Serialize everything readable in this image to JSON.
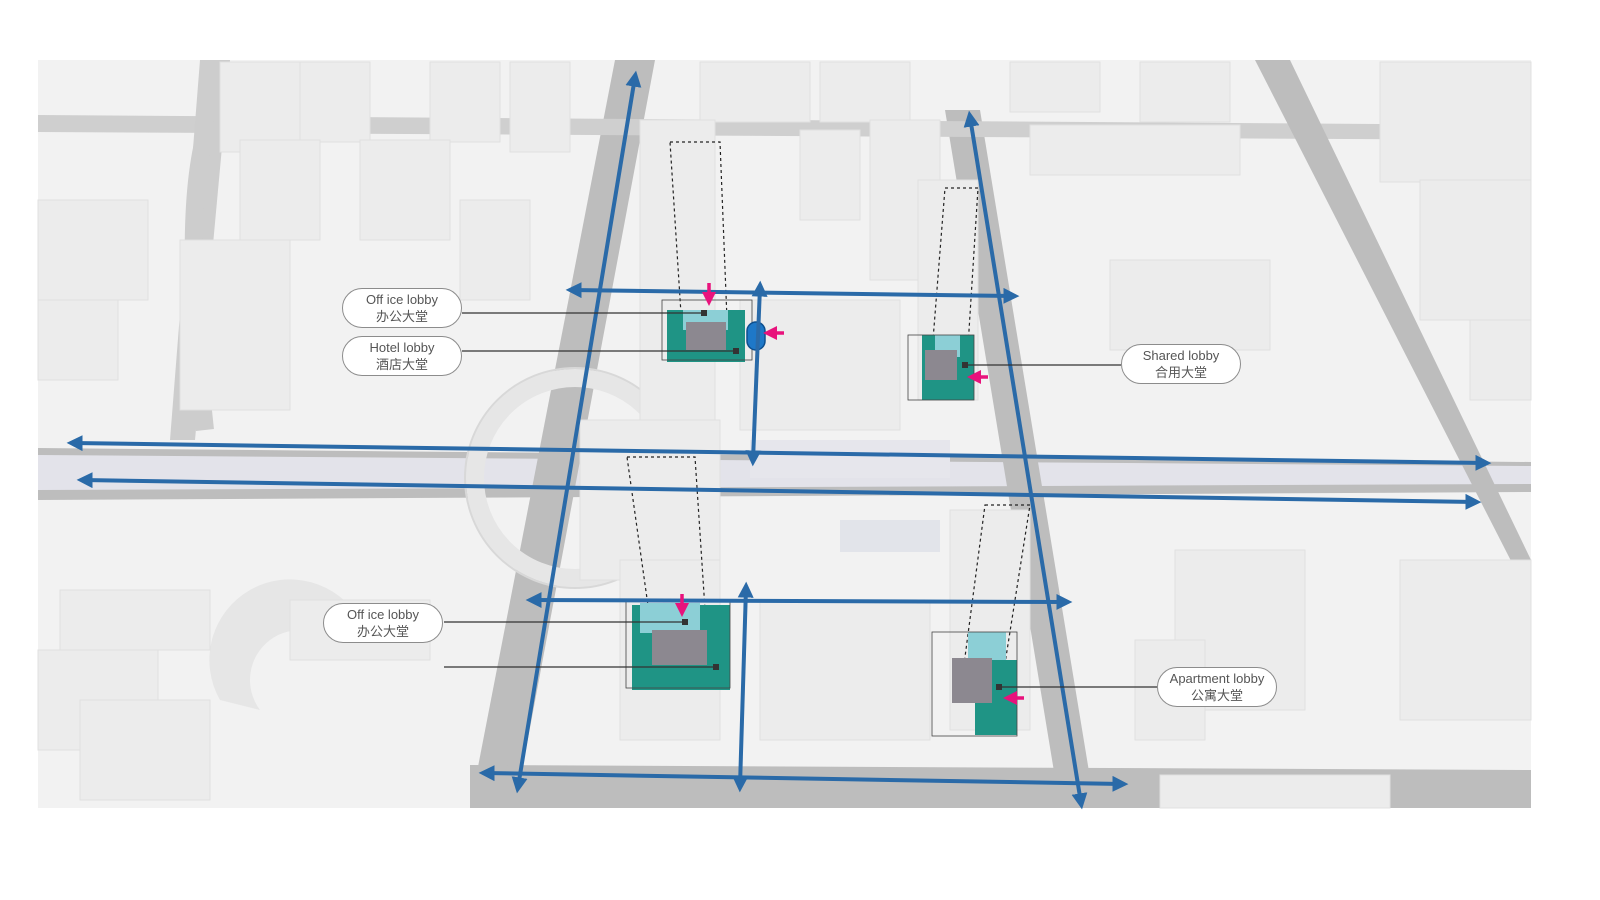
{
  "colors": {
    "map_background": "#f2f2f2",
    "road": "#bdbdbd",
    "building": "#ececec",
    "circulation_arrow": "#2a6aa8",
    "lobby_teal": "#1f9485",
    "lobby_light": "#8ccfd6",
    "core_gray": "#8c8890",
    "entrance_arrow": "#e8127c",
    "leader_line": "#333333",
    "label_border": "#8c8c8c"
  },
  "labels": {
    "office_lobby_north": {
      "en": "Off ice lobby",
      "zh": "办公大堂"
    },
    "hotel_lobby": {
      "en": "Hotel lobby",
      "zh": "酒店大堂"
    },
    "shared_lobby": {
      "en": "Shared lobby",
      "zh": "合用大堂"
    },
    "office_lobby_south": {
      "en": "Off ice lobby",
      "zh": "办公大堂"
    },
    "apartment_lobby": {
      "en": "Apartment lobby",
      "zh": "公寓大堂"
    }
  },
  "icons": [
    "double-headed-arrow-icon",
    "entrance-arrow-icon",
    "transit-stop-icon"
  ]
}
